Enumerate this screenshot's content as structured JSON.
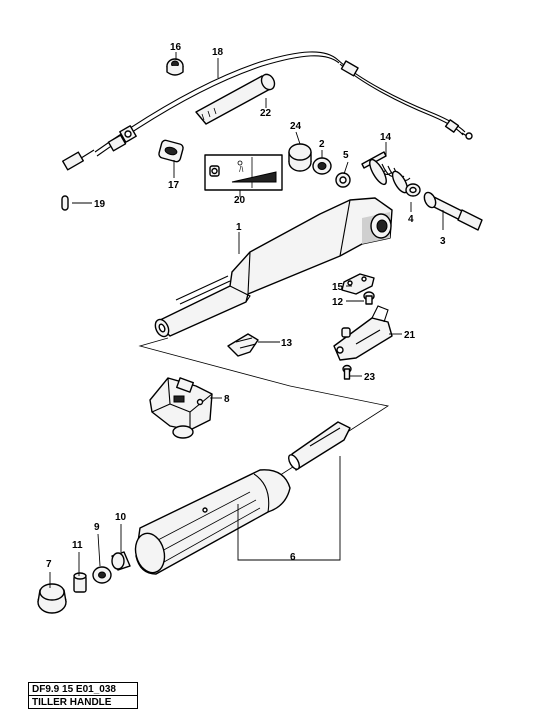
{
  "diagram": {
    "code": "DF9.9 15 E01_038",
    "title": "TILLER HANDLE"
  },
  "callouts": {
    "c1": "1",
    "c2": "2",
    "c3": "3",
    "c4": "4",
    "c5": "5",
    "c6": "6",
    "c7": "7",
    "c8": "8",
    "c9": "9",
    "c10": "10",
    "c11": "11",
    "c12": "12",
    "c13": "13",
    "c14": "14",
    "c15": "15",
    "c16": "16",
    "c17": "17",
    "c18": "18",
    "c19": "19",
    "c20": "20",
    "c21": "21",
    "c22": "22",
    "c23": "23",
    "c24": "24"
  },
  "label_decal": {
    "symbol": "ﾊ"
  }
}
